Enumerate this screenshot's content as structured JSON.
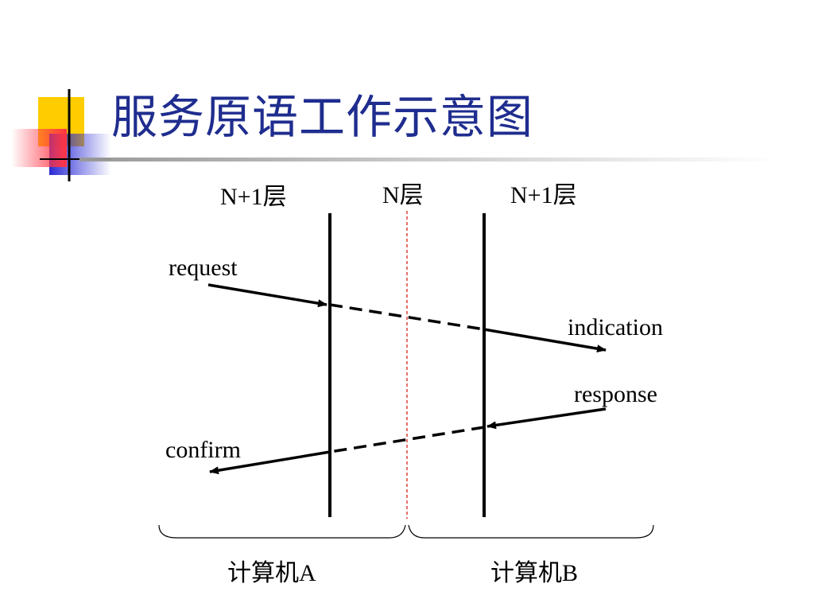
{
  "colors": {
    "title": "#1f2d8f",
    "deco_yellow": "#ffcc00",
    "deco_blue": "#2b2bd6",
    "deco_red": "#ff3344",
    "n_layer_line": "#e0403a",
    "line": "#000000"
  },
  "slide": {
    "title": "服务原语工作示意图"
  },
  "diagram": {
    "layer_labels": {
      "left": "N+1层",
      "middle": "N层",
      "right": "N+1层"
    },
    "primitives": {
      "request": "request",
      "indication": "indication",
      "response": "response",
      "confirm": "confirm"
    },
    "computers": {
      "a": "计算机A",
      "b": "计算机B"
    }
  }
}
